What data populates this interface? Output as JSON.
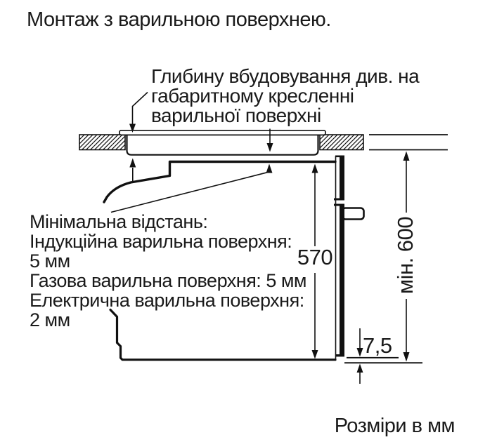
{
  "title": "Монтаж з варильною поверхнею.",
  "annotations": {
    "hob_depth_note": "Глибину вбудовування див. на\nгабаритному кресленні\nварильної поверхні",
    "min_distance_note": "Мінімальна відстань:\nІндукційна варильна поверхня:\n5 мм\nГазова варильна поверхня: 5 мм\nЕлектрична варильна поверхня:\n2 мм"
  },
  "dimensions": {
    "niche_height": "570",
    "min_height_below_worktop": "мін. 600",
    "door_bottom_gap": "7,5"
  },
  "footer_note": "Розміри в мм",
  "colors": {
    "line": "#111111",
    "text": "#1a1a1a",
    "background": "#ffffff"
  }
}
